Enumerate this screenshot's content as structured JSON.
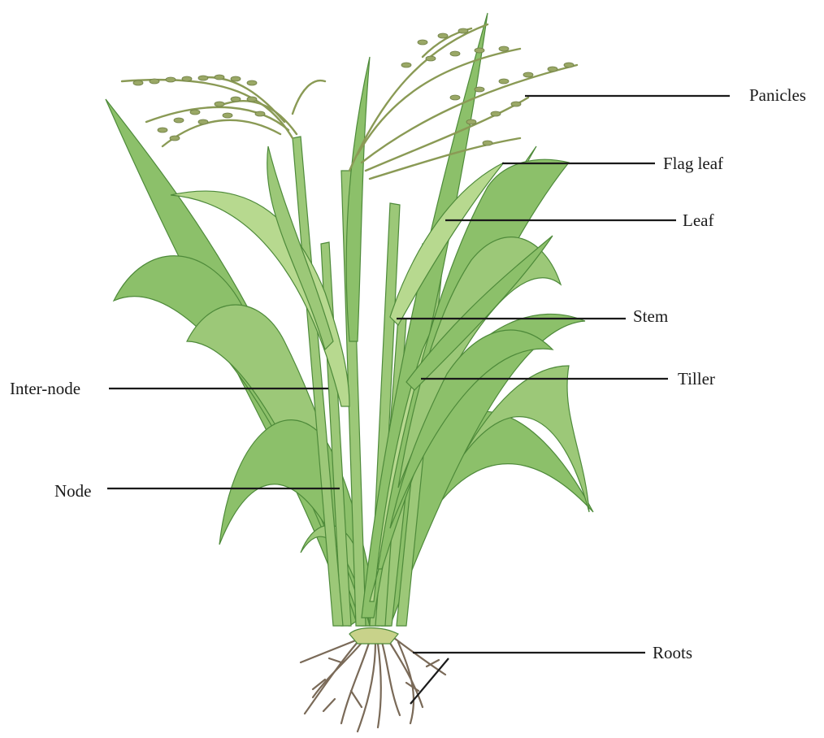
{
  "labels": {
    "panicles": "Panicles",
    "flag_leaf": "Flag leaf",
    "leaf": "Leaf",
    "stem": "Stem",
    "tiller": "Tiller",
    "inter_node": "Inter-node",
    "node": "Node",
    "roots": "Roots"
  },
  "colors": {
    "leaf_fill": "#8cc06a",
    "leaf_dark": "#4e8a3a",
    "leaf_light": "#b7d98f",
    "stem_fill": "#9cc878",
    "panicle": "#8a9a55",
    "root": "#7a6a58",
    "leader_line": "#1a1a1a"
  }
}
